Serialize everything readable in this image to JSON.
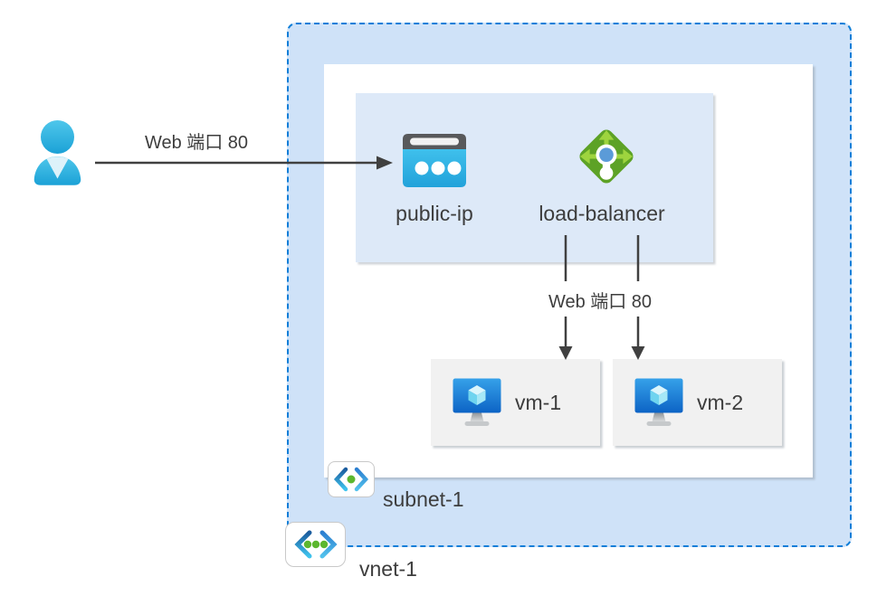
{
  "diagram": {
    "type": "azure-network-architecture",
    "inbound": {
      "label": "Web 端口 80"
    },
    "frontend": {
      "public_ip": {
        "label": "public-ip",
        "icon": "browser-icon"
      },
      "load_balancer": {
        "label": "load-balancer",
        "icon": "load-balancer-icon"
      }
    },
    "distribution": {
      "label": "Web 端口 80"
    },
    "vms": [
      {
        "label": "vm-1",
        "icon": "virtual-machine-icon"
      },
      {
        "label": "vm-2",
        "icon": "virtual-machine-icon"
      }
    ],
    "subnet": {
      "label": "subnet-1",
      "icon": "subnet-icon"
    },
    "vnet": {
      "label": "vnet-1",
      "icon": "virtual-network-icon"
    },
    "user": {
      "icon": "person-icon"
    },
    "colors": {
      "vnet_fill": "#cfe2f8",
      "vnet_border": "#0e7ed8",
      "subnet_fill": "#ffffff",
      "frontend_fill": "#dde9f8",
      "vm_box_fill": "#f1f1f1",
      "connector": "#404040",
      "text": "#3d3d3d",
      "user_cyan": "#2cb2e0",
      "public_ip_cyan": "#2fb3e6",
      "load_balancer_green": "#5da226",
      "load_balancer_arrow_green": "#9ed43e",
      "load_balancer_dot_blue": "#5b9bd8",
      "vm_monitor_blue": "#1c79d2",
      "bracket_dot_green": "#5cb72f"
    }
  }
}
